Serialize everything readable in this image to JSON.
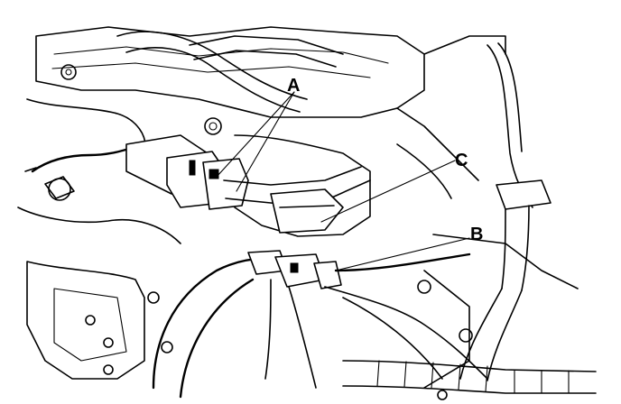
{
  "figure": {
    "callouts": [
      {
        "id": "a",
        "text": "A"
      },
      {
        "id": "b",
        "text": "B"
      },
      {
        "id": "c",
        "text": "C"
      }
    ]
  }
}
